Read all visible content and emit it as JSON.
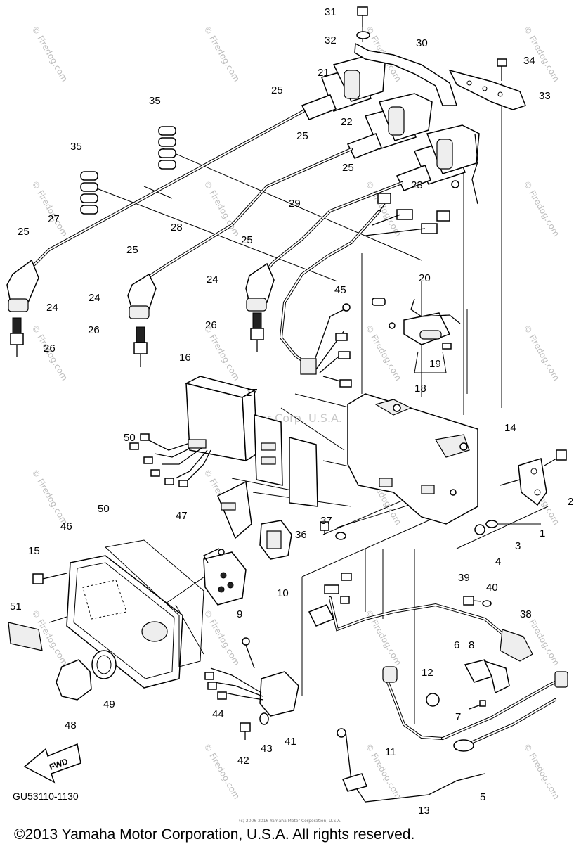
{
  "diagram": {
    "title": "",
    "code": "GU53110-1130",
    "copyright": "©2013 Yamaha Motor Corporation, U.S.A. All rights reserved.",
    "center_watermark": "Yamaha Motor Corp, U.S.A.",
    "watermark": "© Firedog.com",
    "small_print": "(c) 2006 2016 Yamaha Motor Corporation, U.S.A.",
    "fwd_label": "FWD"
  },
  "callouts": [
    {
      "id": "c31",
      "label": "31"
    },
    {
      "id": "c32",
      "label": "32"
    },
    {
      "id": "c30",
      "label": "30"
    },
    {
      "id": "c34",
      "label": "34"
    },
    {
      "id": "c33",
      "label": "33"
    },
    {
      "id": "c21",
      "label": "21"
    },
    {
      "id": "c25a",
      "label": "25"
    },
    {
      "id": "c35a",
      "label": "35"
    },
    {
      "id": "c22",
      "label": "22"
    },
    {
      "id": "c25b",
      "label": "25"
    },
    {
      "id": "c35b",
      "label": "35"
    },
    {
      "id": "c25c",
      "label": "25"
    },
    {
      "id": "c23",
      "label": "23"
    },
    {
      "id": "c29",
      "label": "29"
    },
    {
      "id": "c27",
      "label": "27"
    },
    {
      "id": "c28",
      "label": "28"
    },
    {
      "id": "c25d",
      "label": "25"
    },
    {
      "id": "c25e",
      "label": "25"
    },
    {
      "id": "c25f",
      "label": "25"
    },
    {
      "id": "c24a",
      "label": "24"
    },
    {
      "id": "c24b",
      "label": "24"
    },
    {
      "id": "c24c",
      "label": "24"
    },
    {
      "id": "c45",
      "label": "45"
    },
    {
      "id": "c20",
      "label": "20"
    },
    {
      "id": "c26a",
      "label": "26"
    },
    {
      "id": "c26b",
      "label": "26"
    },
    {
      "id": "c26c",
      "label": "26"
    },
    {
      "id": "c19",
      "label": "19"
    },
    {
      "id": "c18",
      "label": "18"
    },
    {
      "id": "c16",
      "label": "16"
    },
    {
      "id": "c17",
      "label": "17"
    },
    {
      "id": "c14",
      "label": "14"
    },
    {
      "id": "c50a",
      "label": "50"
    },
    {
      "id": "c2",
      "label": "2"
    },
    {
      "id": "c1",
      "label": "1"
    },
    {
      "id": "c47",
      "label": "47"
    },
    {
      "id": "c50b",
      "label": "50"
    },
    {
      "id": "c37",
      "label": "37"
    },
    {
      "id": "c46",
      "label": "46"
    },
    {
      "id": "c36",
      "label": "36"
    },
    {
      "id": "c3",
      "label": "3"
    },
    {
      "id": "c15",
      "label": "15"
    },
    {
      "id": "c4",
      "label": "4"
    },
    {
      "id": "c10",
      "label": "10"
    },
    {
      "id": "c39",
      "label": "39"
    },
    {
      "id": "c40",
      "label": "40"
    },
    {
      "id": "c9",
      "label": "9"
    },
    {
      "id": "c51",
      "label": "51"
    },
    {
      "id": "c38",
      "label": "38"
    },
    {
      "id": "c6",
      "label": "6"
    },
    {
      "id": "c8",
      "label": "8"
    },
    {
      "id": "c12",
      "label": "12"
    },
    {
      "id": "c49",
      "label": "49"
    },
    {
      "id": "c48",
      "label": "48"
    },
    {
      "id": "c44",
      "label": "44"
    },
    {
      "id": "c7",
      "label": "7"
    },
    {
      "id": "c41",
      "label": "41"
    },
    {
      "id": "c43",
      "label": "43"
    },
    {
      "id": "c11",
      "label": "11"
    },
    {
      "id": "c42",
      "label": "42"
    },
    {
      "id": "c5",
      "label": "5"
    },
    {
      "id": "c13",
      "label": "13"
    }
  ]
}
